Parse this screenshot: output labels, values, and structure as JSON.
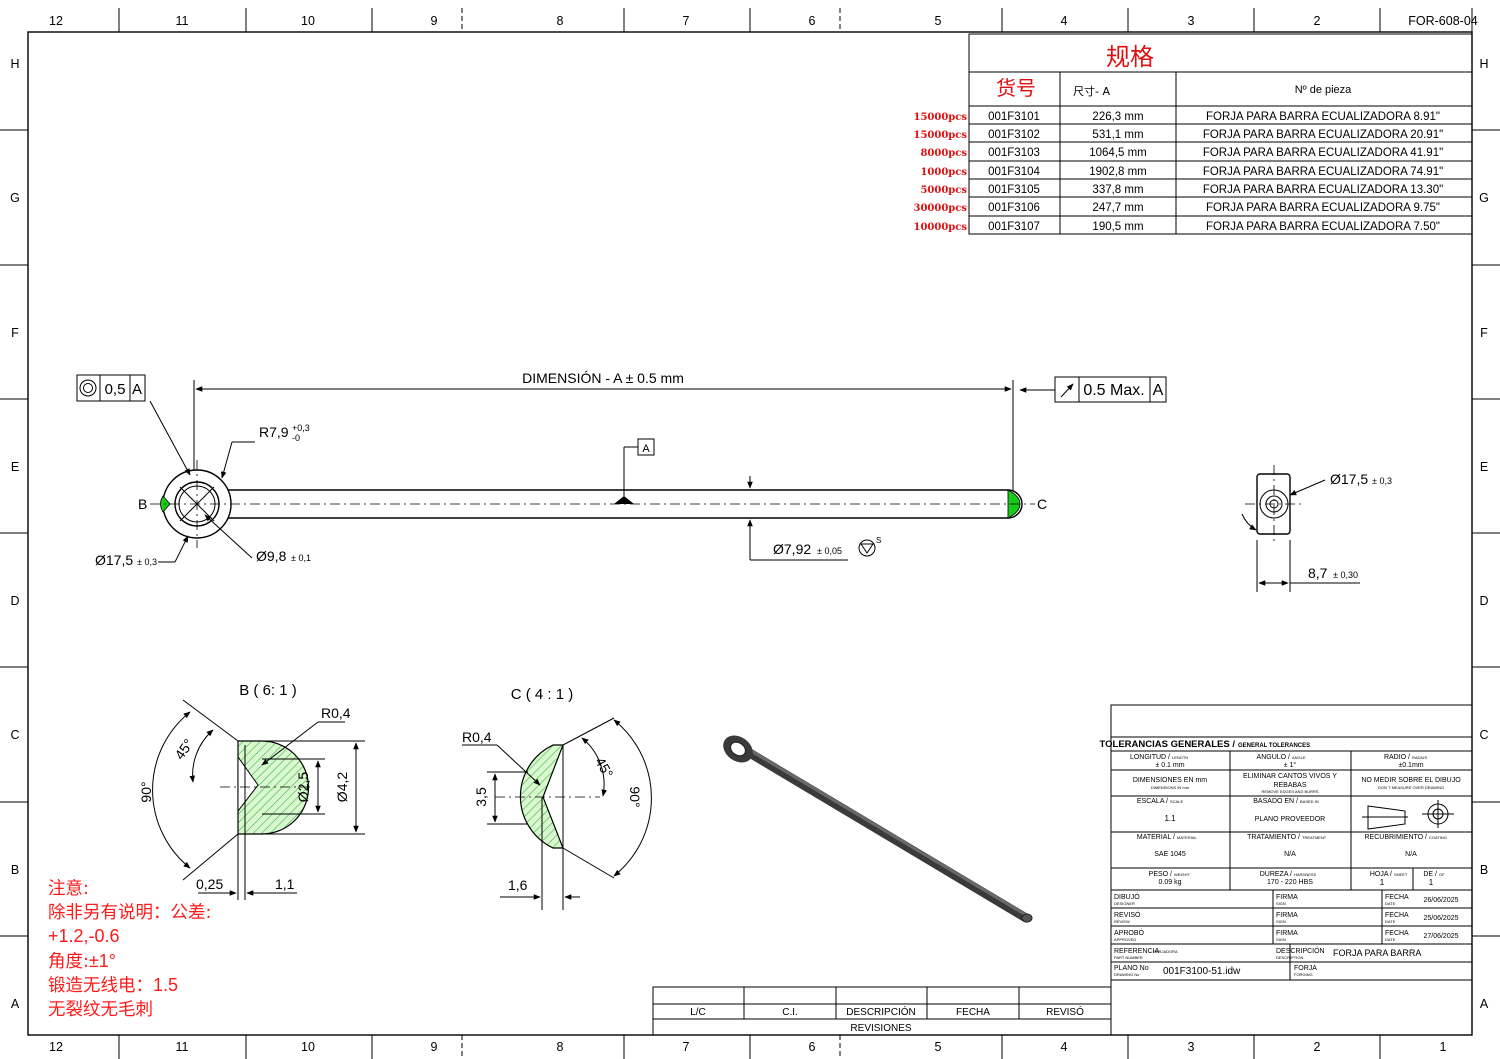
{
  "form_code": "FOR-608-04",
  "border": {
    "columns": [
      "12",
      "11",
      "10",
      "9",
      "8",
      "7",
      "6",
      "5",
      "4",
      "3",
      "2",
      "1"
    ],
    "rows": [
      "H",
      "G",
      "F",
      "E",
      "D",
      "C",
      "B",
      "A"
    ]
  },
  "spec_table": {
    "title": "规格",
    "headers": {
      "item": "货号",
      "size": "尺寸- A",
      "part": "Nº de pieza"
    },
    "rows": [
      {
        "qty": "15000pcs",
        "item": "001F3101",
        "size": "226,3 mm",
        "part": "FORJA PARA BARRA ECUALIZADORA 8.91\""
      },
      {
        "qty": "15000pcs",
        "item": "001F3102",
        "size": "531,1 mm",
        "part": "FORJA PARA BARRA ECUALIZADORA 20.91\""
      },
      {
        "qty": "8000pcs",
        "item": "001F3103",
        "size": "1064,5 mm",
        "part": "FORJA PARA BARRA ECUALIZADORA 41.91\""
      },
      {
        "qty": "1000pcs",
        "item": "001F3104",
        "size": "1902,8 mm",
        "part": "FORJA PARA BARRA ECUALIZADORA 74.91\""
      },
      {
        "qty": "5000pcs",
        "item": "001F3105",
        "size": "337,8 mm",
        "part": "FORJA PARA BARRA ECUALIZADORA 13.30\""
      },
      {
        "qty": "30000pcs",
        "item": "001F3106",
        "size": "247,7 mm",
        "part": "FORJA PARA BARRA ECUALIZADORA 9.75\""
      },
      {
        "qty": "10000pcs",
        "item": "001F3107",
        "size": "190,5 mm",
        "part": "FORJA PARA BARRA ECUALIZADORA 7.50\""
      }
    ]
  },
  "main_view": {
    "concentricity": "0,5",
    "datum": "A",
    "dimension_label": "DIMENSIÓN - A ± 0.5 mm",
    "runout": "0.5 Max.",
    "radius": "R7,9",
    "radius_tol_upper": "+0,3",
    "radius_tol_lower": "-0",
    "eye_dia": "Ø17,5",
    "eye_dia_tol": "± 0,3",
    "hole_dia": "Ø9,8",
    "hole_dia_tol": "± 0,1",
    "rod_dia": "Ø7,92",
    "rod_dia_tol": "± 0,05",
    "label_b": "B",
    "label_c": "C"
  },
  "end_view": {
    "dia": "Ø17,5",
    "dia_tol": "± 0,3",
    "width": "8,7",
    "width_tol": "± 0,30"
  },
  "detail_b": {
    "title": "B ( 6: 1 )",
    "r": "R0,4",
    "angle1": "45°",
    "angle2": "90°",
    "d1": "Ø2,5",
    "d2": "Ø4,2",
    "w1": "0,25",
    "w2": "1,1"
  },
  "detail_c": {
    "title": "C ( 4 : 1 )",
    "r": "R0,4",
    "angle1": "45°",
    "angle2": "90°",
    "h": "3,5",
    "w": "1,6"
  },
  "notes": {
    "line1": "注意:",
    "line2": "除非另有说明：公差:",
    "line3": "+1.2,-0.6",
    "line4_a": "角度:",
    "line4_b": "±1°",
    "line5_a": "锻造无线电：",
    "line5_b": "1.5",
    "line6": "无裂纹无毛刺"
  },
  "revisions": {
    "cols": [
      "L/C",
      "C.I.",
      "DESCRIPCIÓN",
      "FECHA",
      "REVISÓ"
    ],
    "footer": "REVISIONES"
  },
  "title_block": {
    "tol_title": "TOLERANCIAS  GENERALES /",
    "tol_title_en": "GENERAL TOLERANCES",
    "longitud": "LONGITUD /",
    "longitud_en": "LENGTH",
    "longitud_val": "± 0.1 mm",
    "angulo": "ANGULO /",
    "angulo_en": "ANGLE",
    "angulo_val": "± 1°",
    "radio": "RADIO /",
    "radio_en": "RADIUS",
    "radio_val": "±0.1mm",
    "dims": "DIMENSIONES EN mm",
    "dims_en": "DIMENSIONS IN mm",
    "edges": "ELIMINAR CANTOS VIVOS Y REBABAS",
    "edges_en": "REMOVE EDGES AND BURRS",
    "nomeasure": "NO MEDIR SOBRE EL DIBUJO",
    "nomeasure_en": "DON´T MEASURE OVER DRAWING",
    "escala": "ESCALA /",
    "escala_en": "SCALE",
    "escala_val": "1.1",
    "basado": "BASADO EN /",
    "basado_en": "BASED IN",
    "basado_val": "PLANO PROVEEDOR",
    "material": "MATERIAL /",
    "material_en": "MATERIAL",
    "material_val": "SAE 1045",
    "tratamiento": "TRATAMIENTO /",
    "tratamiento_en": "TREATMENT",
    "tratamiento_val": "N/A",
    "recubrimiento": "RECUBRIMIENTO /",
    "recubrimiento_en": "COATING",
    "recubrimiento_val": "N/A",
    "peso": "PESO /",
    "peso_en": "WEIGHT",
    "peso_val": "0.09 kg",
    "dureza": "DUREZA /",
    "dureza_en": "HARDNESS",
    "dureza_val": "170 - 220 HBS",
    "hoja": "HOJA /",
    "hoja_en": "SHEET",
    "hoja_val": "1",
    "de": "DE /",
    "de_en": "OF",
    "de_val": "1",
    "dibujo": "DIBUJÓ",
    "dibujo_en": "DESIGNER",
    "reviso": "REVISÓ",
    "reviso_en": "REVIEW",
    "aprobo": "APROBÓ",
    "aprobo_en": "APPROVED",
    "firma": "FIRMA",
    "firma_en": "SIGN",
    "fecha": "FECHA",
    "fecha_en": "DATE",
    "fecha1": "26/06/2025",
    "fecha2": "25/06/2025",
    "fecha3": "27/06/2025",
    "referencia": "REFERENCIA",
    "referencia_val": "FORJADORA",
    "referencia_en": "PART NUMBER",
    "descripcion": "DESCRIPCIÓN",
    "descripcion_en": "DESCRIPTION",
    "descripcion_val": "FORJA PARA BARRA",
    "plano": "PLANO No",
    "plano_en": "DRAWING No",
    "plano_val": "001F3100-51.idw",
    "forja": "FORJA",
    "forja_en": "FORGING"
  }
}
